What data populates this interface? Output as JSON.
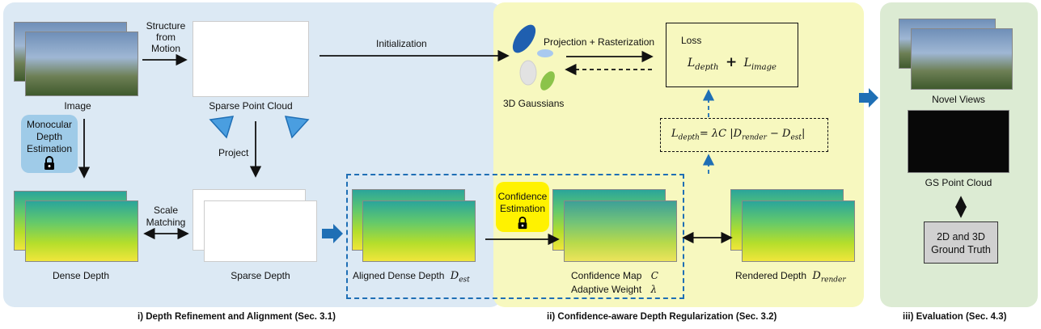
{
  "left": {
    "image_label": "Image",
    "sfm_label_1": "Structure",
    "sfm_label_2": "from",
    "sfm_label_3": "Motion",
    "sparse_cloud_label": "Sparse Point Cloud",
    "mono_label_1": "Monocular",
    "mono_label_2": "Depth",
    "mono_label_3": "Estimation",
    "project_label": "Project",
    "scale_label_1": "Scale",
    "scale_label_2": "Matching",
    "dense_depth_label": "Dense Depth",
    "sparse_depth_label": "Sparse Depth",
    "section_title": "i) Depth Refinement and Alignment (Sec. 3.1)"
  },
  "middle": {
    "initialization_label": "Initialization",
    "projection_label": "Projection + Rasterization",
    "gaussians_label": "3D Gaussians",
    "loss_title": "Loss",
    "loss_eq_a": "L",
    "loss_eq_a_sub": "depth",
    "loss_eq_plus": "+",
    "loss_eq_b": "L",
    "loss_eq_b_sub": "image",
    "ldepth_eq": "L",
    "ldepth_sub": "depth",
    "ldepth_rest": "= λC |D",
    "ldepth_render_sub": "render",
    "ldepth_minus": " − D",
    "ldepth_est_sub": "est",
    "ldepth_end": "|",
    "confidence_est_1": "Confidence",
    "confidence_est_2": "Estimation",
    "aligned_label": "Aligned Dense Depth",
    "aligned_symbol": "D",
    "aligned_sub": "est",
    "conf_map_label": "Confidence Map",
    "conf_map_symbol": "C",
    "adaptive_label": "Adaptive Weight",
    "adaptive_symbol": "λ",
    "rendered_label": "Rendered Depth",
    "rendered_symbol": "D",
    "rendered_sub": "render",
    "section_title": "ii) Confidence-aware Depth Regularization (Sec. 3.2)"
  },
  "right": {
    "novel_views_label": "Novel Views",
    "gs_cloud_label": "GS Point Cloud",
    "gt_label_1": "2D and 3D",
    "gt_label_2": "Ground Truth",
    "section_title": "iii) Evaluation (Sec. 4.3)"
  },
  "colors": {
    "left_panel": "#dce9f4",
    "middle_panel": "#f7f8bf",
    "right_panel": "#dcebd3",
    "accent_blue": "#1f6fb5",
    "mono_box": "#9fcbe8",
    "confidence_box": "#fff200",
    "gt_box": "#d0d0d0"
  }
}
